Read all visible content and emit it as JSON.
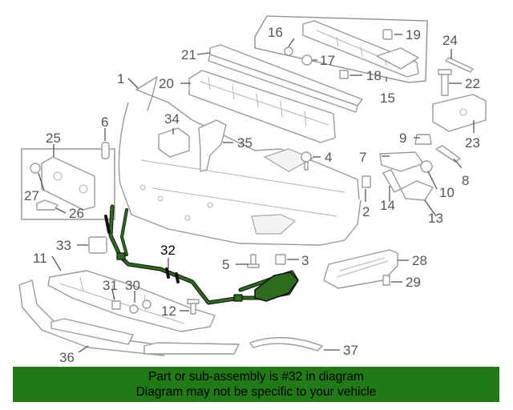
{
  "callouts": {
    "c1": "1",
    "c2": "2",
    "c3": "3",
    "c4": "4",
    "c5": "5",
    "c6": "6",
    "c7": "7",
    "c8": "8",
    "c9": "9",
    "c10": "10",
    "c11": "11",
    "c12": "12",
    "c13": "13",
    "c14": "14",
    "c15": "15",
    "c16": "16",
    "c17": "17",
    "c18": "18",
    "c19": "19",
    "c20": "20",
    "c21": "21",
    "c22": "22",
    "c23": "23",
    "c24": "24",
    "c25": "25",
    "c26": "26",
    "c27": "27",
    "c28": "28",
    "c29": "29",
    "c30": "30",
    "c31": "31",
    "c32": "32",
    "c33": "33",
    "c34": "34",
    "c35": "35",
    "c36": "36",
    "c37": "37"
  },
  "banner": {
    "line1": "Part or sub-assembly is #32 in diagram",
    "line2": "Diagram may not be specific to your vehicle",
    "color": "#217a17"
  },
  "highlight_color": "#2e6b1f"
}
